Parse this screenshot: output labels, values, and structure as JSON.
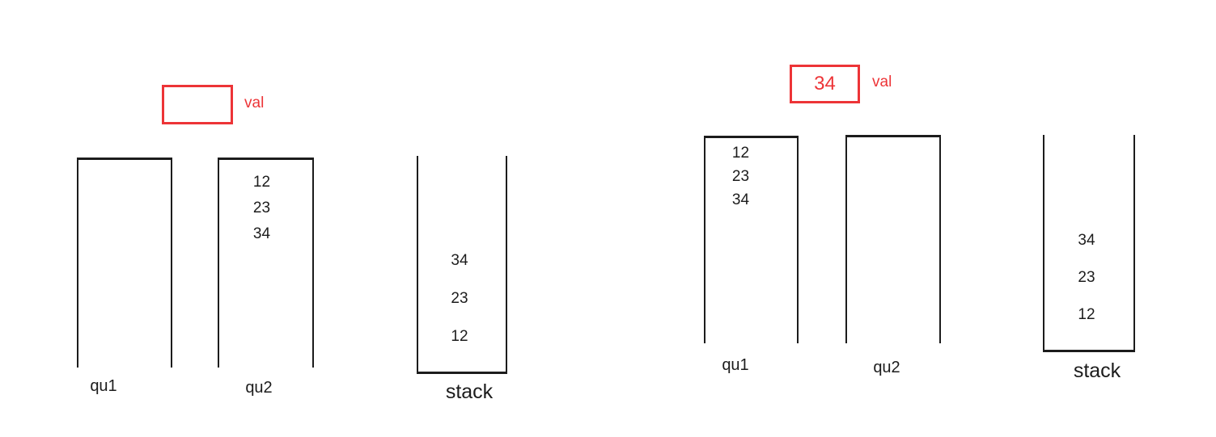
{
  "colors": {
    "accent_red": "#ed3437",
    "line_black": "#1c1c1c"
  },
  "left_state": {
    "val_box": {
      "value": "",
      "label": "val"
    },
    "qu1": {
      "label": "qu1",
      "items": []
    },
    "qu2": {
      "label": "qu2",
      "items": [
        "12",
        "23",
        "34"
      ]
    },
    "stack": {
      "label": "stack",
      "items": [
        "34",
        "23",
        "12"
      ]
    }
  },
  "right_state": {
    "val_box": {
      "value": "34",
      "label": "val"
    },
    "qu1": {
      "label": "qu1",
      "items": [
        "12",
        "23",
        "34"
      ]
    },
    "qu2": {
      "label": "qu2",
      "items": []
    },
    "stack": {
      "label": "stack",
      "items": [
        "34",
        "23",
        "12"
      ]
    }
  }
}
